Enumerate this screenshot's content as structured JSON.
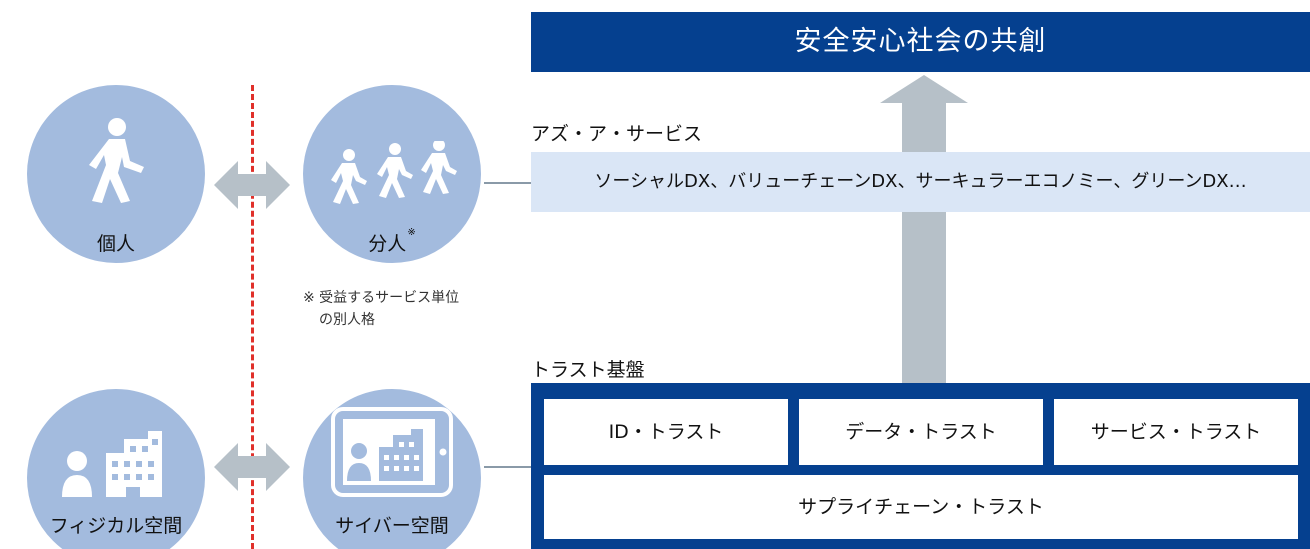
{
  "banner": {
    "title": "安全安心社会の共創"
  },
  "people": {
    "individual_label": "個人",
    "dividual_label": "分人",
    "dividual_mark": "※",
    "note_line1": "※ 受益するサービス単位",
    "note_line2": "の別人格"
  },
  "spaces": {
    "physical_label": "フィジカル空間",
    "cyber_label": "サイバー空間"
  },
  "as_a_service": {
    "heading": "アズ・ア・サービス",
    "items": "ソーシャルDX、バリューチェーンDX、サーキュラーエコノミー、グリーンDX…"
  },
  "trust": {
    "heading": "トラスト基盤",
    "id_trust": "ID・トラスト",
    "data_trust": "データ・トラスト",
    "service_trust": "サービス・トラスト",
    "supply_chain_trust": "サプライチェーン・トラスト"
  },
  "colors": {
    "navy": "#05408f",
    "circle": "#a3bbde",
    "band": "#dae6f6",
    "arrow": "#b6c0c8",
    "divider": "#e0302a"
  }
}
